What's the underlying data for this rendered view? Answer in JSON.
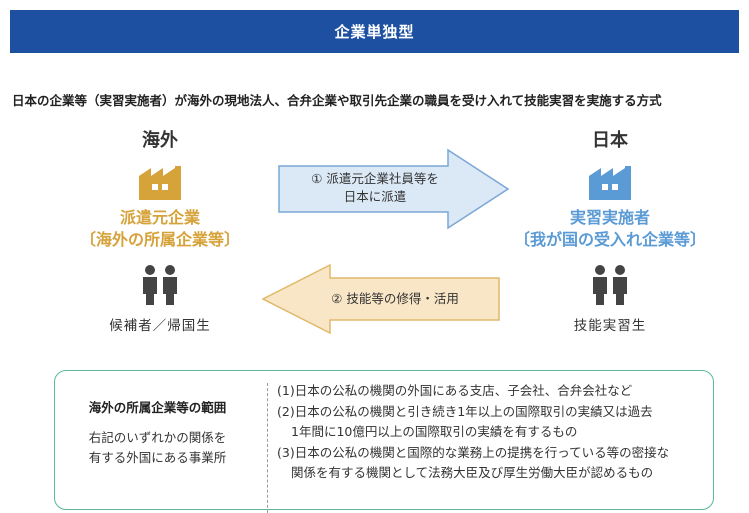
{
  "header": {
    "title": "企業単独型"
  },
  "description": "日本の企業等（実習実施者）が海外の現地法人、合弁企業や取引先企業の職員を受け入れて技能実習を実施する方式",
  "left": {
    "region": "海外",
    "org_name": "派遣元企業",
    "org_sub": "〔海外の所属企業等〕",
    "role": "候補者／帰国生",
    "color": "#d6a23a",
    "icon": "factory-icon"
  },
  "right": {
    "region": "日本",
    "org_name": "実習実施者",
    "org_sub": "〔我が国の受入れ企業等〕",
    "role": "技能実習生",
    "color": "#5b9bd5",
    "icon": "factory-icon"
  },
  "arrows": {
    "top": {
      "line1": "① 派遣元企業社員等を",
      "line2": "日本に派遣",
      "color": "#dbe8f5"
    },
    "bottom": {
      "text": "② 技能等の修得・活用",
      "color": "#f8e6c6"
    }
  },
  "info": {
    "title": "海外の所属企業等の範囲",
    "desc_line1": "右記のいずれかの関係を",
    "desc_line2": "有する外国にある事業所",
    "items": [
      {
        "line1": "(1)日本の公私の機関の外国にある支店、子会社、合弁会社など",
        "line2": ""
      },
      {
        "line1": "(2)日本の公私の機関と引き続き1年以上の国際取引の実績又は過去",
        "line2": "1年間に10億円以上の国際取引の実績を有するもの"
      },
      {
        "line1": "(3)日本の公私の機関と国際的な業務上の提携を行っている等の密接な",
        "line2": "関係を有する機関として法務大臣及び厚生労働大臣が認めるもの"
      }
    ]
  }
}
